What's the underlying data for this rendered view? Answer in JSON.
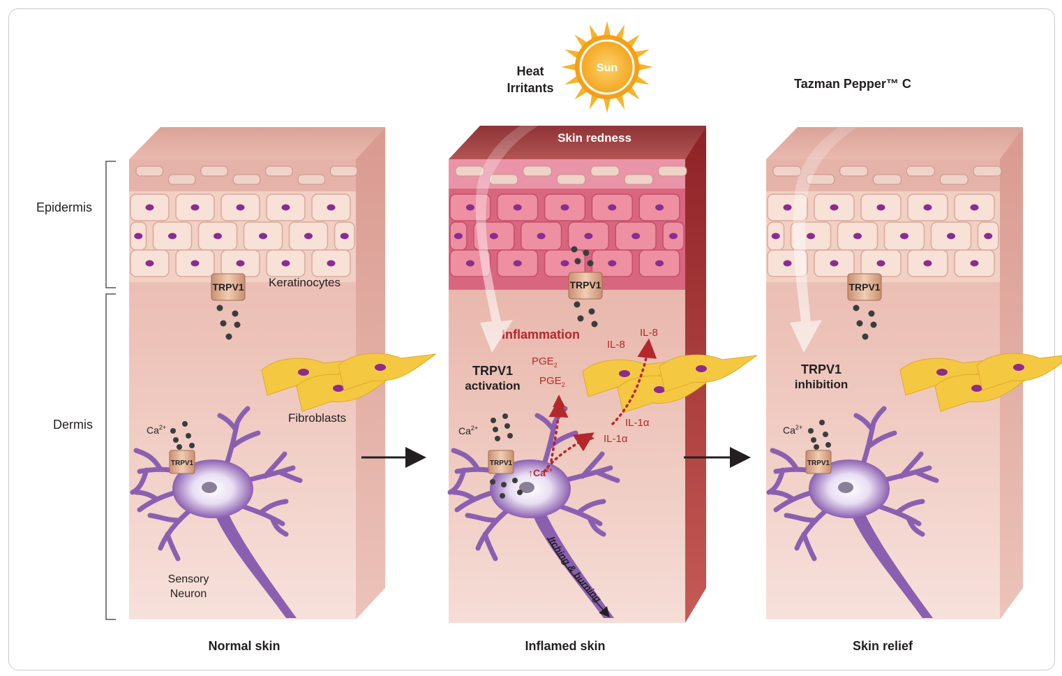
{
  "layers": {
    "epidermis": "Epidermis",
    "dermis": "Dermis"
  },
  "panels": [
    {
      "id": "normal",
      "caption": "Normal skin"
    },
    {
      "id": "inflamed",
      "caption": "Inflamed skin"
    },
    {
      "id": "relief",
      "caption": "Skin relief"
    }
  ],
  "labels": {
    "sun": "Sun",
    "heat": "Heat",
    "irritants": "Irritants",
    "tazman": "Tazman Pepper™ C",
    "skin_redness": "Skin redness",
    "keratinocytes": "Keratinocytes",
    "fibroblasts": "Fibroblasts",
    "sensory": "Sensory",
    "neuron": "Neuron",
    "trpv1": "TRPV1",
    "ca": "Ca",
    "ca_sup": "2+",
    "trpv1_activation_1": "TRPV1",
    "trpv1_activation_2": "activation",
    "trpv1_inhibition_1": "TRPV1",
    "trpv1_inhibition_2": "inhibition",
    "inflammation": "Inflammation",
    "pge": "PGE",
    "pge_sub": "2",
    "il8": "IL-8",
    "il1a": "IL-1α",
    "itching": "Itching & burning"
  },
  "colors": {
    "skin_face": "#f0c9c0",
    "skin_side": "#d9958b",
    "skin_top": "#e8b0a4",
    "inflamed_face": "#ebbcb1",
    "inflamed_side": "#9e2a2f",
    "inflamed_top": "#a8484a",
    "neuron": "#8b5fb0",
    "fibroblast": "#f5c842",
    "nucleus": "#8b2c8f",
    "mediator": "#b3282d",
    "sun": "#f7a81b"
  }
}
